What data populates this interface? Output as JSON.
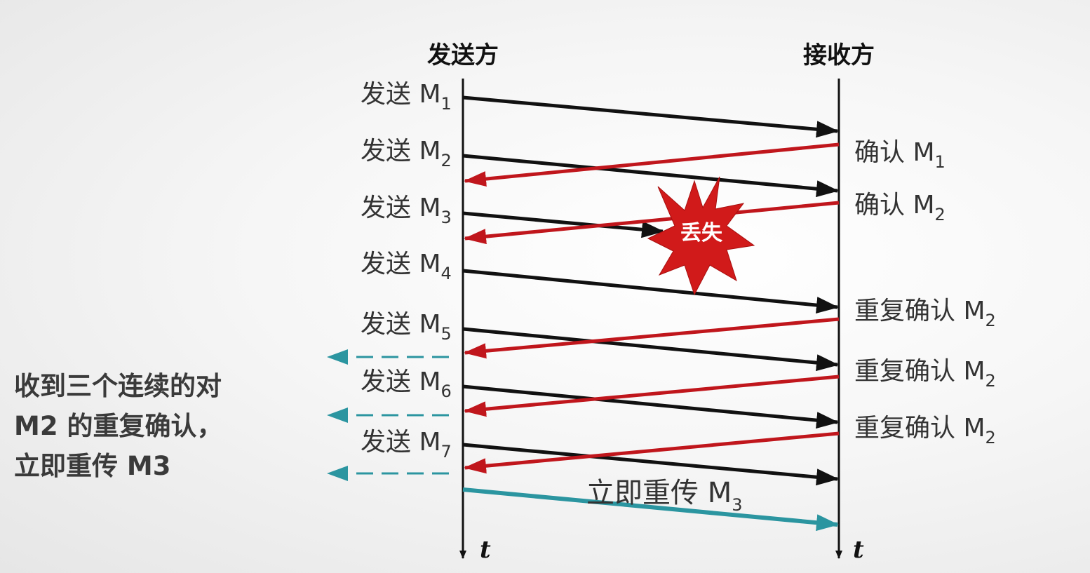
{
  "sender_title": "发送方",
  "receiver_title": "接收方",
  "time_label": "t",
  "send_prefix": "发送 M",
  "sends": [
    {
      "sub": "1"
    },
    {
      "sub": "2"
    },
    {
      "sub": "3"
    },
    {
      "sub": "4"
    },
    {
      "sub": "5"
    },
    {
      "sub": "6"
    },
    {
      "sub": "7"
    }
  ],
  "acks": [
    {
      "text": "确认 M",
      "sub": "1"
    },
    {
      "text": "确认 M",
      "sub": "2"
    },
    {
      "text": "重复确认 M",
      "sub": "2"
    },
    {
      "text": "重复确认 M",
      "sub": "2"
    },
    {
      "text": "重复确认 M",
      "sub": "2"
    }
  ],
  "lost_label": "丢失",
  "retransmit": {
    "text": "立即重传 M",
    "sub": "3"
  },
  "note_lines": [
    "收到三个连续的对",
    "M2 的重复确认，",
    "立即重传 M3"
  ],
  "colors": {
    "data_arrow": "#111111",
    "ack_arrow": "#c0161c",
    "retransmit_arrow": "#2b95a0",
    "burst": "#d11a1a"
  }
}
